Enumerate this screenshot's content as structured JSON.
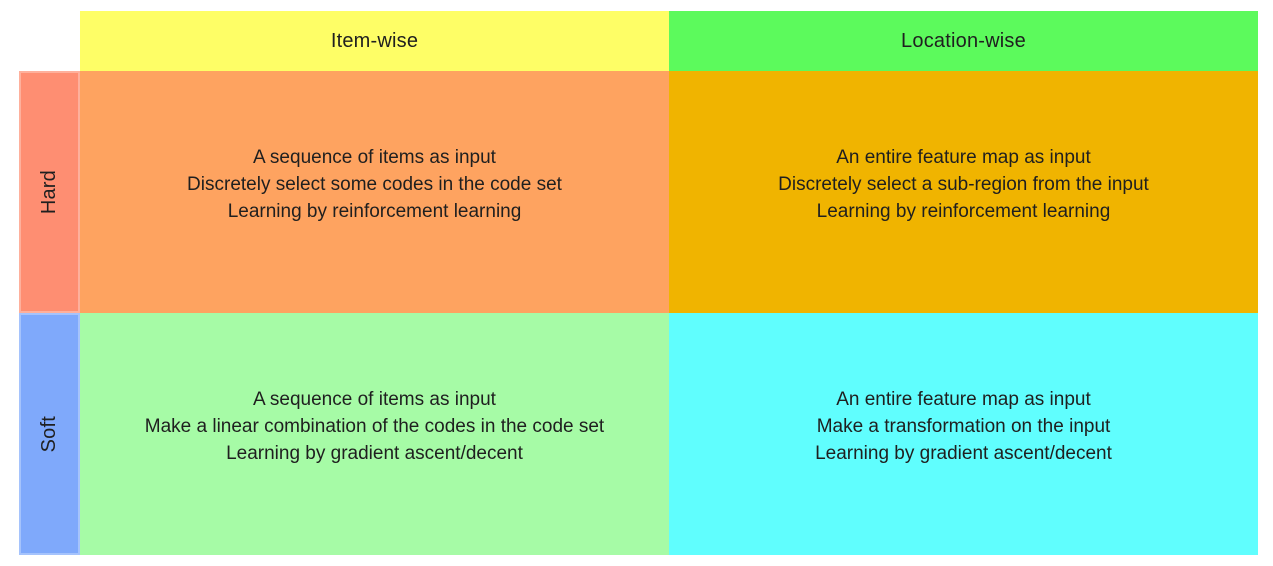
{
  "page": {
    "background": "#FFFFFF",
    "text_color": "#1F1F1F"
  },
  "table": {
    "columns": [
      {
        "label": "Item-wise",
        "bg": "#FEFE66"
      },
      {
        "label": "Location-wise",
        "bg": "#5CFA5C"
      }
    ],
    "rows": [
      {
        "label": "Hard",
        "bg": "#FE8E72"
      },
      {
        "label": "Soft",
        "bg": "#7FA9FB"
      }
    ],
    "cells": [
      {
        "row": "Hard",
        "column": "Item-wise",
        "bg": "#FEA360",
        "lines": [
          "A sequence of items as input",
          "Discretely select some codes in the code set",
          "Learning by reinforcement learning"
        ]
      },
      {
        "row": "Hard",
        "column": "Location-wise",
        "bg": "#F0B400",
        "lines": [
          "An entire feature map as input",
          "Discretely select a sub-region from the input",
          "Learning by reinforcement learning"
        ]
      },
      {
        "row": "Soft",
        "column": "Item-wise",
        "bg": "#A6FBA6",
        "lines": [
          "A sequence of items as input",
          "Make a linear combination of the codes in the code set",
          "Learning by gradient ascent/decent"
        ]
      },
      {
        "row": "Soft",
        "column": "Location-wise",
        "bg": "#60FEFE",
        "lines": [
          "An entire feature map as input",
          "Make a transformation on the input",
          "Learning by gradient ascent/decent"
        ]
      }
    ]
  }
}
